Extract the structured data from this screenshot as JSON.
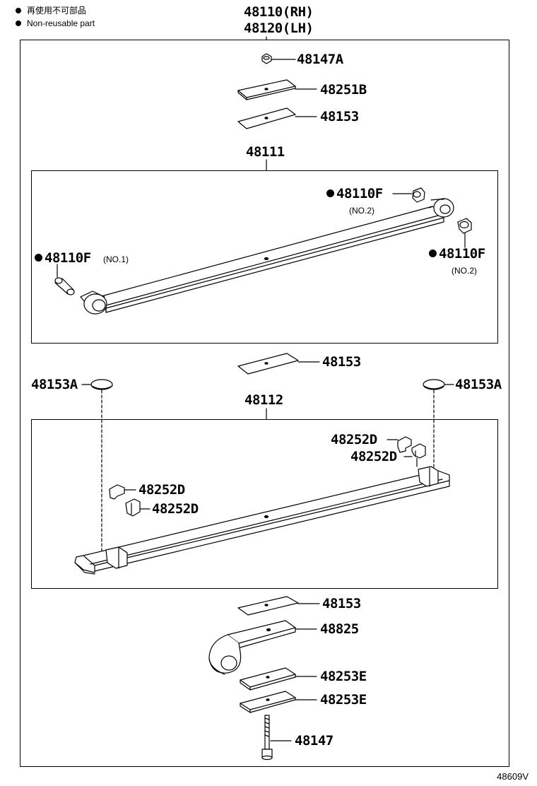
{
  "legend": {
    "line1": "再使用不可部品",
    "line2": "Non-reusable part"
  },
  "assembly": {
    "rh": "48110(RH)",
    "lh": "48120(LH)"
  },
  "parts": {
    "nut_top": "48147A",
    "plate_b": "48251B",
    "pad_top": "48153",
    "leaf_main": "48111",
    "bushing_no2_a": "48110F",
    "bushing_no2_a_note": "(NO.2)",
    "bushing_no1": "48110F",
    "bushing_no1_note": "(NO.1)",
    "bushing_no2_b": "48110F",
    "bushing_no2_b_note": "(NO.2)",
    "pad_mid": "48153",
    "cap_left": "48153A",
    "cap_right": "48153A",
    "leaf_second": "48112",
    "clip_r1": "48252D",
    "clip_r2": "48252D",
    "clip_l1": "48252D",
    "clip_l2": "48252D",
    "pad_bottom": "48153",
    "shackle": "48825",
    "plate_e1": "48253E",
    "plate_e2": "48253E",
    "bolt": "48147"
  },
  "reference_code": "48609V"
}
